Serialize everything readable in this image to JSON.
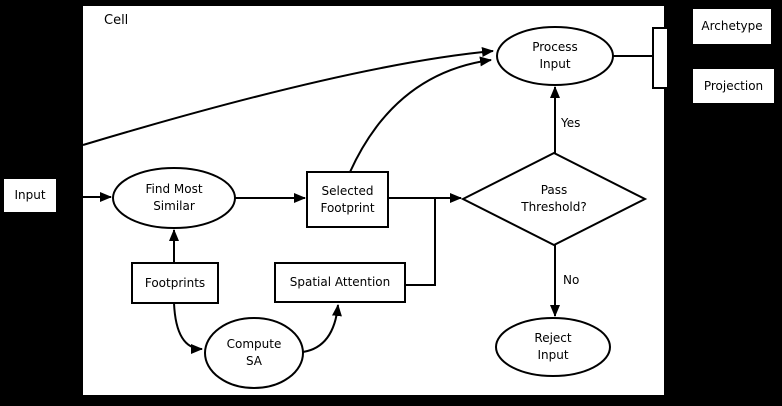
{
  "colors": {
    "background": "#000000",
    "node_fill": "#ffffff",
    "stroke": "#000000",
    "text": "#000000"
  },
  "diagram": {
    "container": {
      "label": "Cell"
    },
    "nodes": {
      "input": {
        "label": "Input",
        "shape": "rect"
      },
      "find_most_similar": {
        "label": "Find Most\nSimilar",
        "shape": "ellipse"
      },
      "selected_footprint": {
        "label": "Selected\nFootprint",
        "shape": "rect"
      },
      "footprints": {
        "label": "Footprints",
        "shape": "rect"
      },
      "spatial_attention": {
        "label": "Spatial Attention",
        "shape": "rect"
      },
      "compute_sa": {
        "label": "Compute\nSA",
        "shape": "ellipse"
      },
      "pass_threshold": {
        "label": "Pass\nThreshold?",
        "shape": "diamond"
      },
      "process_input": {
        "label": "Process\nInput",
        "shape": "ellipse"
      },
      "reject_input": {
        "label": "Reject\nInput",
        "shape": "ellipse"
      },
      "archetype": {
        "label": "Archetype",
        "shape": "rect"
      },
      "projection": {
        "label": "Projection",
        "shape": "rect"
      }
    },
    "edge_labels": {
      "yes": "Yes",
      "no": "No"
    }
  }
}
